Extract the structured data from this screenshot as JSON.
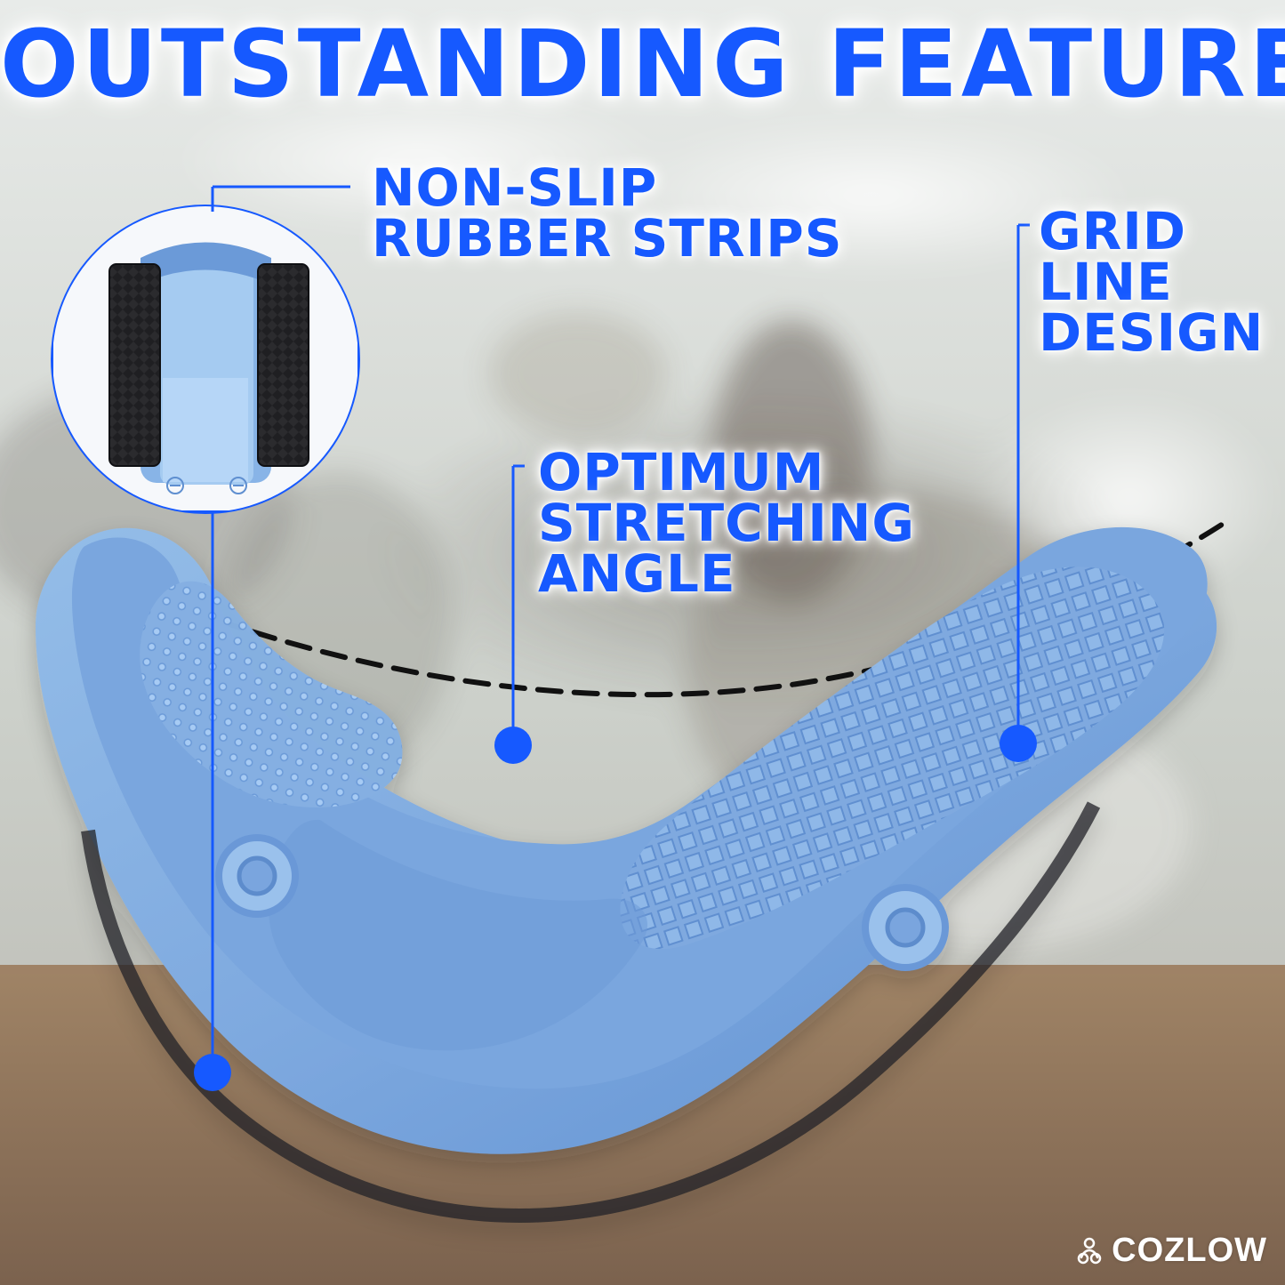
{
  "header": {
    "title": "OUTSTANDING FEATURES"
  },
  "callouts": [
    {
      "lines": [
        "NON-SLIP",
        "RUBBER STRIPS"
      ]
    },
    {
      "lines": [
        "GRID",
        "LINE",
        "DESIGN"
      ]
    },
    {
      "lines": [
        "OPTIMUM",
        "STRETCHING",
        "ANGLE"
      ]
    }
  ],
  "brand": {
    "name": "COZLOW"
  },
  "colors": {
    "accent": "#1659ff",
    "product": "#82aee5",
    "product_dark": "#5f92d4",
    "table": "#8a7058",
    "background": "#d9dbd8",
    "rubber": "#1d1d1f"
  },
  "icons": {
    "callout_dot": "blue-dot-icon",
    "brand_mark": "cozlow-logo-icon"
  }
}
